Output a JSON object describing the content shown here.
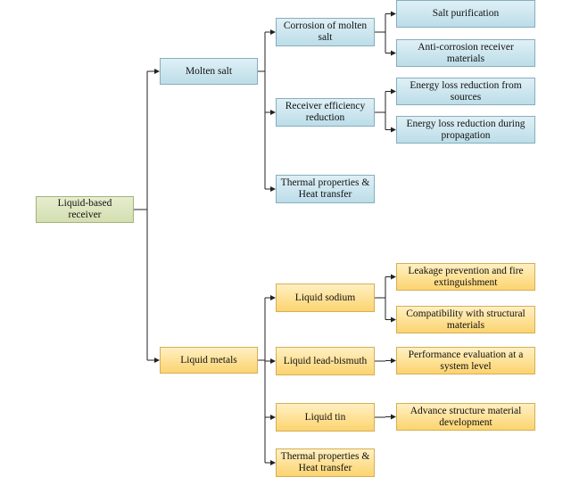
{
  "diagram": {
    "nodes": {
      "root": "Liquid-based receiver",
      "molten_salt": "Molten salt",
      "liquid_metals": "Liquid metals",
      "corrosion": "Corrosion of molten salt",
      "receiver_eff": "Receiver efficiency reduction",
      "ms_thermal": "Thermal properties & Heat transfer",
      "salt_purification": "Salt purification",
      "anti_corrosion": "Anti-corrosion receiver materials",
      "energy_sources": "Energy loss reduction from sources",
      "energy_propagation": "Energy loss reduction during propagation",
      "liquid_sodium": "Liquid sodium",
      "lead_bismuth": "Liquid lead-bismuth",
      "liquid_tin": "Liquid tin",
      "lm_thermal": "Thermal properties & Heat transfer",
      "leakage": "Leakage prevention and fire extinguishment",
      "compatibility": "Compatibility with structural materials",
      "performance": "Performance evaluation at a system level",
      "advance": "Advance structure material development"
    },
    "colors": {
      "root_fill": "#dbe5bf",
      "blue_fill": "#c9e5ee",
      "gold_fill": "#fddc85",
      "line": "#222222"
    }
  }
}
